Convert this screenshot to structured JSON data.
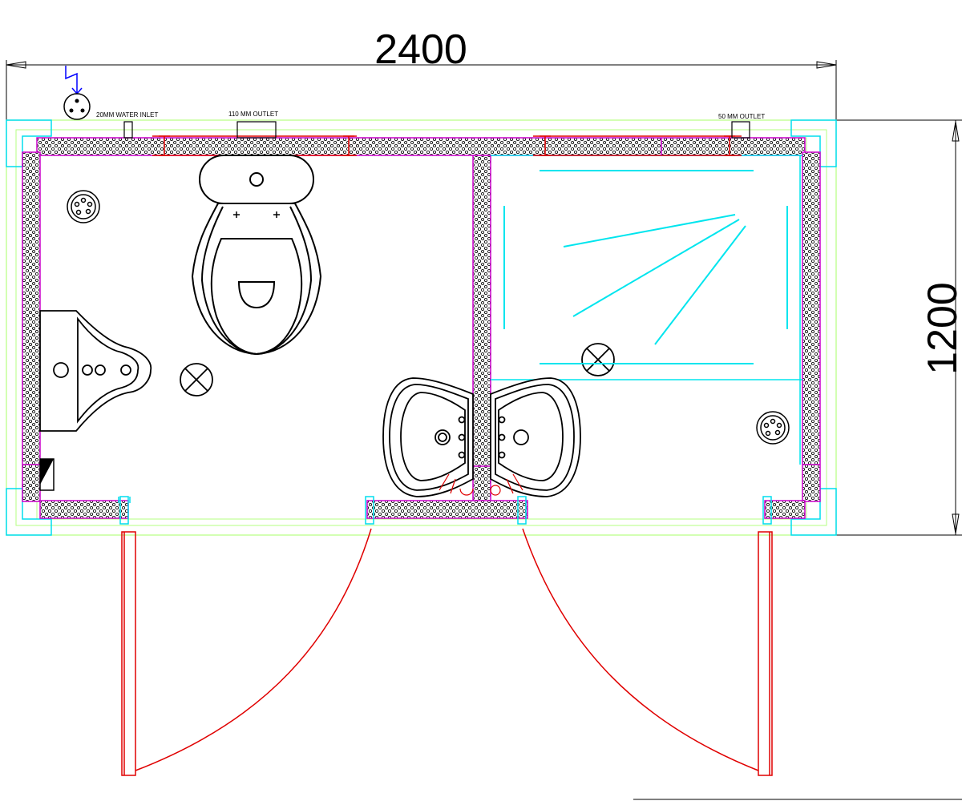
{
  "dimensions": {
    "width_label": "2400",
    "height_label": "1200"
  },
  "annotations": {
    "water_inlet": "20MM WATER INLET",
    "outlet_110": "110 MM OUTLET",
    "outlet_50": "50 MM OUTLET"
  },
  "colors": {
    "outline": "#000000",
    "wall_edge": "#cc00cc",
    "door": "#e00000",
    "shower": "#00e5ee",
    "guide": "#99ff66",
    "frame": "#00ddee",
    "inlet_symbol": "#0000ff"
  }
}
